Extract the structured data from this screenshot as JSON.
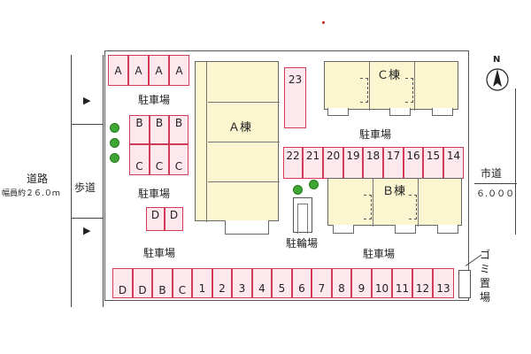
{
  "labels": {
    "building_a": "Ａ棟",
    "building_b": "Ｂ棟",
    "building_c": "Ｃ棟",
    "parking": "駐車場",
    "bike_parking": "駐輪場",
    "trash": "ゴミ置場",
    "road": "道路",
    "road_width": "幅員約２６.０ｍ",
    "sidewalk": "歩道",
    "city_road": "市道",
    "city_road_width": "６.０００",
    "north": "N",
    "arrow": "▶"
  },
  "spaces": {
    "top_left": [
      "A",
      "A",
      "A",
      "A"
    ],
    "c_top": [
      "B",
      "B",
      "B"
    ],
    "c_bottom": [
      "C",
      "C",
      "C"
    ],
    "d_pair": [
      "D",
      "D"
    ],
    "number_23": "23",
    "mid_row": [
      "22",
      "21",
      "20",
      "19",
      "18",
      "17",
      "16",
      "15",
      "14"
    ],
    "bottom_row": [
      "D",
      "D",
      "B",
      "C",
      "1",
      "2",
      "3",
      "4",
      "5",
      "6",
      "7",
      "8",
      "9",
      "10",
      "11",
      "12",
      "13"
    ]
  },
  "colors": {
    "space_border": "#d23a5a",
    "space_fill": "#fde8ee",
    "building_fill": "#fbf6cf",
    "tree": "#3fa534"
  }
}
